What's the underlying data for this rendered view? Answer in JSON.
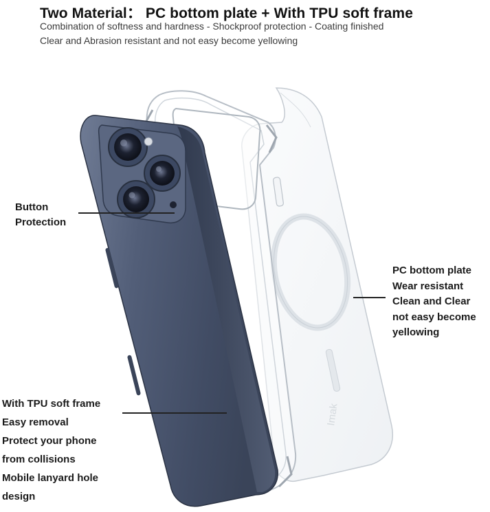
{
  "header": {
    "title": "Two Material： PC bottom plate + With TPU soft frame",
    "subtitle_line1": "Combination of softness and hardness - Shockproof protection - Coating finished",
    "subtitle_line2": "Clear and Abrasion resistant and not easy become yellowing"
  },
  "callouts": {
    "button_protection": [
      "Button",
      "Protection"
    ],
    "pc_plate": [
      "PC bottom plate",
      "Wear resistant",
      "Clean and Clear",
      "not easy become",
      "yellowing"
    ],
    "tpu_frame": [
      "With TPU soft frame",
      "Easy removal",
      "Protect your phone",
      "from collisions",
      "Mobile lanyard hole",
      "design"
    ]
  },
  "illustration": {
    "brand_watermark": "Imak",
    "colors": {
      "phone_body": "#4a5670",
      "phone_edge": "#2f394d",
      "lens_ring": "#3c4862",
      "case_outline": "#b9c0c8",
      "magsafe_ring": "#e2e6ea"
    }
  }
}
